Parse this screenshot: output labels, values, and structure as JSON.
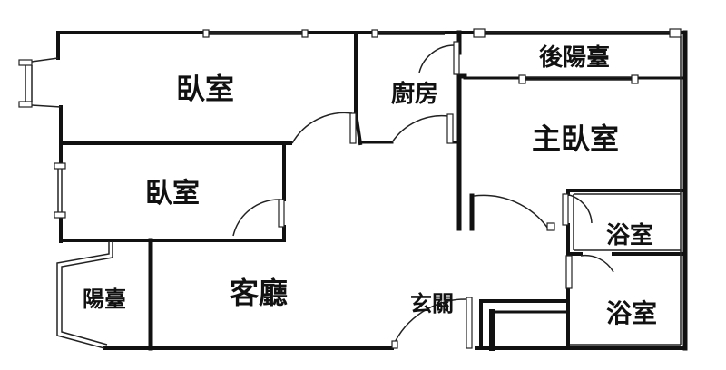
{
  "rooms": {
    "bedroom_top": "臥室",
    "bedroom_mid": "臥室",
    "kitchen": "廚房",
    "rear_balcony": "後陽臺",
    "master_bedroom": "主臥室",
    "bath_upper": "浴室",
    "bath_lower": "浴室",
    "balcony": "陽臺",
    "living_room": "客廳",
    "entrance": "玄關"
  }
}
